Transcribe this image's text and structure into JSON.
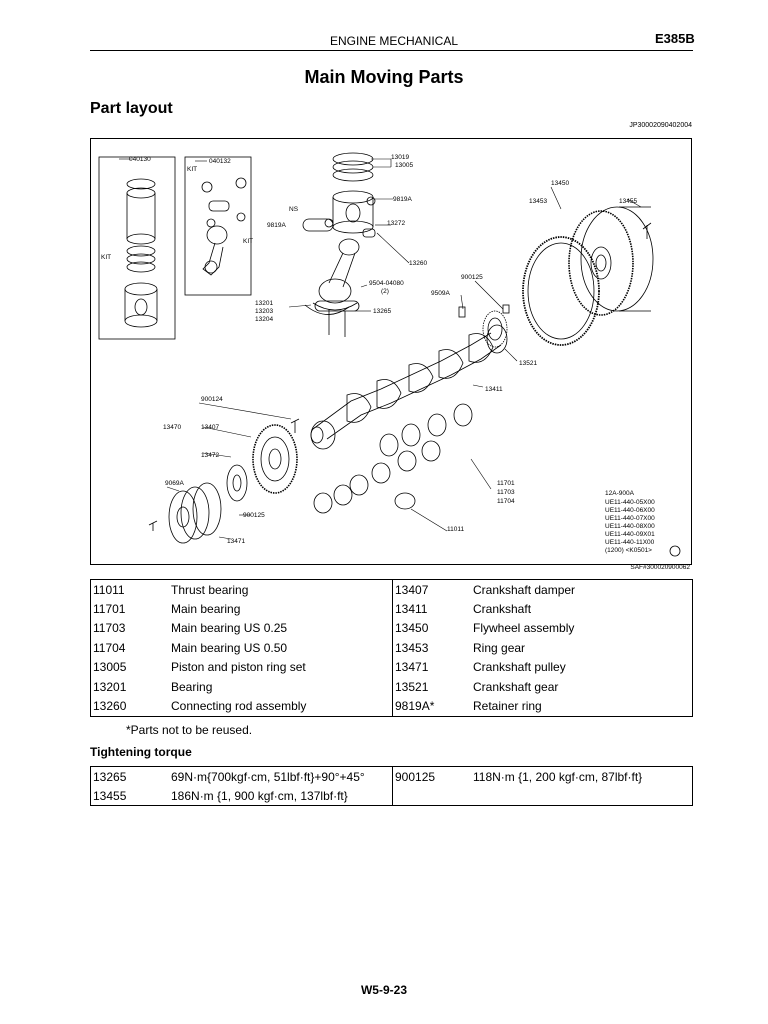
{
  "header": {
    "section": "ENGINE MECHANICAL",
    "model_code": "E385B"
  },
  "page_title": "Main Moving Parts",
  "section_heading": "Part layout",
  "figure_id": "JP30002090402004",
  "diagram": {
    "id": "SAF#300020900062",
    "labels": {
      "l040130": "040130",
      "l040132": "040132",
      "kit1": "KIT",
      "kit2": "KIT",
      "kit3": "KIT",
      "l13019": "13019",
      "l13005": "13005",
      "l9819a_top": "9819A",
      "ns": "NS",
      "l9819a_left": "9819A",
      "l13272": "13272",
      "l13260": "13260",
      "l9504": "9504-04080",
      "l9504_qty": "(2)",
      "l13201": "13201",
      "l13203": "13203",
      "l13204": "13204",
      "l13265": "13265",
      "l900125_top": "900125",
      "l9509a": "9509A",
      "l13450": "13450",
      "l13453": "13453",
      "l13455": "13455",
      "l13521": "13521",
      "l13411": "13411",
      "l900124": "900124",
      "l13470": "13470",
      "l13407": "13407",
      "l13472": "13472",
      "l9069a": "9069A",
      "l900125_bot": "900125",
      "l13471": "13471",
      "l11701": "11701",
      "l11703": "11703",
      "l11704": "11704",
      "l11011": "11011",
      "ue_head": "12A-900A",
      "ue1": "UE11-440-05X00",
      "ue2": "UE11-440-06X00",
      "ue3": "UE11-440-07X00",
      "ue4": "UE11-440-08X00",
      "ue5": "UE11-440-09X01",
      "ue6": "UE11-440-11X00",
      "ue7": "(1200) <K0501>"
    }
  },
  "parts_table": [
    [
      "11011",
      "Thrust bearing",
      "13407",
      "Crankshaft damper"
    ],
    [
      "11701",
      "Main bearing",
      "13411",
      "Crankshaft"
    ],
    [
      "11703",
      "Main bearing US 0.25",
      "13450",
      "Flywheel assembly"
    ],
    [
      "11704",
      "Main bearing US 0.50",
      "13453",
      "Ring gear"
    ],
    [
      "13005",
      "Piston and piston ring set",
      "13471",
      "Crankshaft pulley"
    ],
    [
      "13201",
      "Bearing",
      "13521",
      "Crankshaft gear"
    ],
    [
      "13260",
      "Connecting rod assembly",
      "9819A*",
      "Retainer ring"
    ]
  ],
  "note": "*Parts not to be reused.",
  "torque_heading": "Tightening torque",
  "torque_table": [
    [
      "13265",
      "69N·m{700kgf·cm, 51lbf·ft}+90°+45°",
      "900125",
      "118N·m {1, 200 kgf·cm, 87lbf·ft}"
    ],
    [
      "13455",
      "186N·m {1, 900 kgf·cm, 137lbf·ft}",
      "",
      ""
    ]
  ],
  "page_number": "W5-9-23"
}
